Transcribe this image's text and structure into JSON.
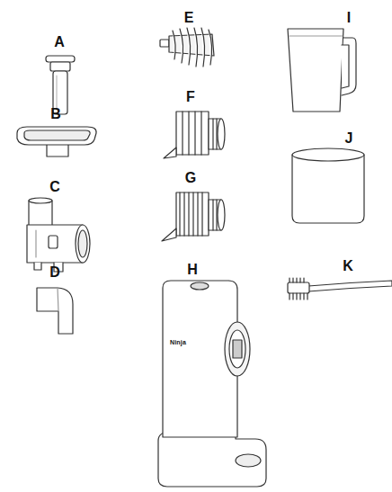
{
  "diagram": {
    "labels": [
      "A",
      "B",
      "C",
      "D",
      "E",
      "F",
      "G",
      "H",
      "I",
      "J",
      "K",
      "Ninja"
    ]
  }
}
